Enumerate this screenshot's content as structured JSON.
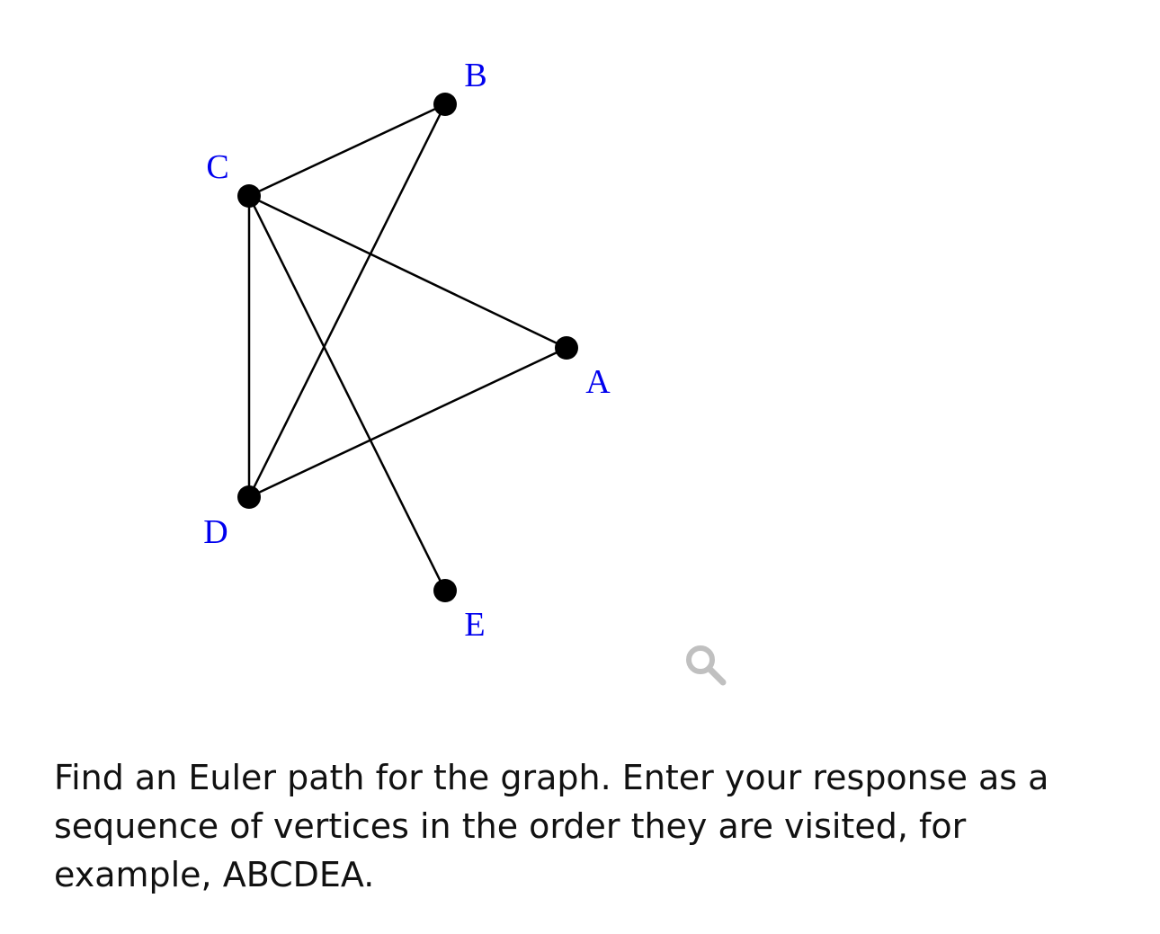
{
  "graph": {
    "label_color": "#0000ee",
    "vertices": [
      {
        "id": "A",
        "label": "A"
      },
      {
        "id": "B",
        "label": "B"
      },
      {
        "id": "C",
        "label": "C"
      },
      {
        "id": "D",
        "label": "D"
      },
      {
        "id": "E",
        "label": "E"
      }
    ],
    "edges": [
      [
        "C",
        "B"
      ],
      [
        "C",
        "A"
      ],
      [
        "C",
        "D"
      ],
      [
        "C",
        "E"
      ],
      [
        "B",
        "D"
      ],
      [
        "D",
        "A"
      ]
    ]
  },
  "zoom": {
    "icon": "magnifier-icon",
    "color": "#c0c0c0"
  },
  "question": {
    "text": "Find an Euler path for the graph. Enter your response as a sequence of vertices in the order they are visited, for example, ABCDEA."
  }
}
